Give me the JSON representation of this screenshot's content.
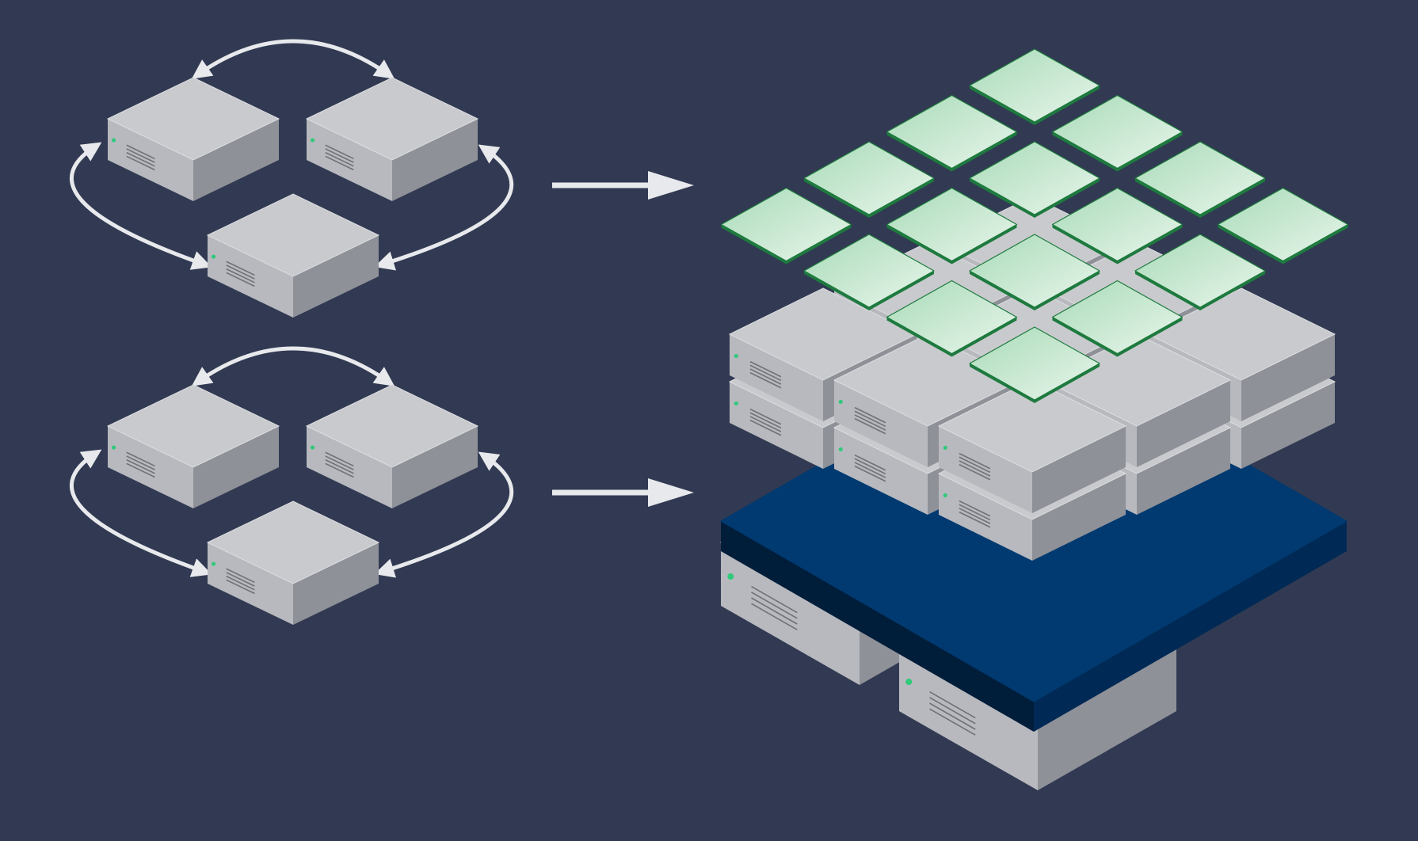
{
  "colors": {
    "background": "#313a52",
    "server_top": "#c9cace",
    "server_left": "#b8b9be",
    "server_right": "#8f9198",
    "server_stroke": "#dcdde0",
    "vent_lines": "#6f7178",
    "status_led": "#2fc97a",
    "arrow": "#e8e9ec",
    "platform_top": "#003a70",
    "platform_left": "#001d3a",
    "platform_right": "#002a55",
    "tile_light": "#e9f5ec",
    "tile_mid": "#a8dbb7",
    "tile_edge": "#1e7a3e"
  },
  "diagram": {
    "left_clusters": [
      {
        "id": "cluster-top",
        "server_count": 3,
        "connection_style": "circular-bidirectional"
      },
      {
        "id": "cluster-bottom",
        "server_count": 3,
        "connection_style": "circular-bidirectional"
      }
    ],
    "transition_arrows": 2,
    "combined_stack": {
      "bottom_servers": 3,
      "platform": "shared-layer",
      "upper_server_rows": 3,
      "upper_server_cols": 3,
      "tiles_grid": "4x4"
    }
  }
}
